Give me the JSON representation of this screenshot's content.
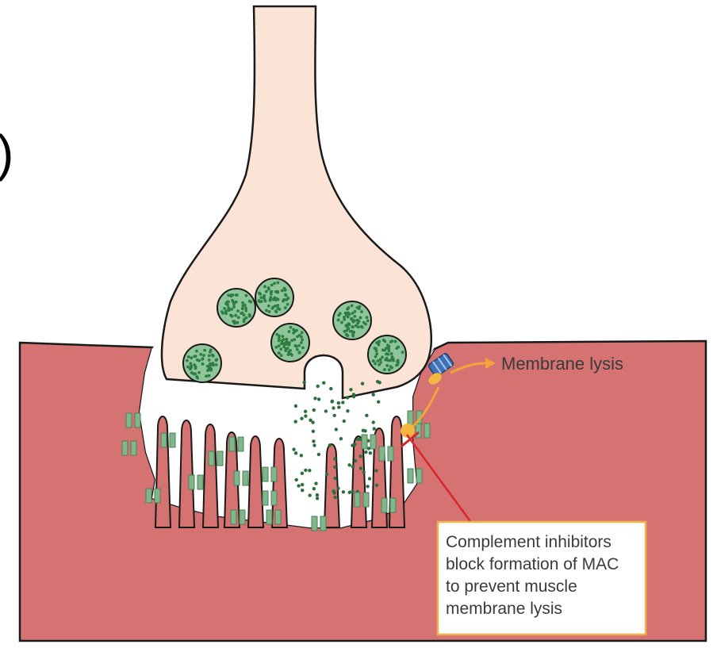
{
  "labels": {
    "lysis": "Membrane lysis",
    "inhibitor_lines": [
      "Complement inhibitors",
      "block formation of MAC",
      "to prevent muscle",
      "membrane lysis"
    ],
    "panel_letter_fragment": ")"
  },
  "colors": {
    "muscle": "#d57373",
    "terminal": "#fbe3d6",
    "cleft": "#ffffff",
    "vesicle_fill": "#8fc59a",
    "vesicle_dots": "#2e7d43",
    "acetylcholine": "#2c6e3c",
    "receptor": "#7fb78a",
    "outline": "#1a1a1a",
    "arrow_orange": "#f2a33a",
    "inhibitor_line": "#d8262a",
    "callout_border": "#f3b247",
    "mac_blue": "#3f73b8",
    "complement_orange": "#f5b642"
  },
  "icons": {
    "vesicle": "synaptic-vesicle-icon",
    "receptor": "acetylcholine-receptor-icon",
    "mac": "membrane-attack-complex-icon",
    "complement": "complement-protein-icon"
  }
}
